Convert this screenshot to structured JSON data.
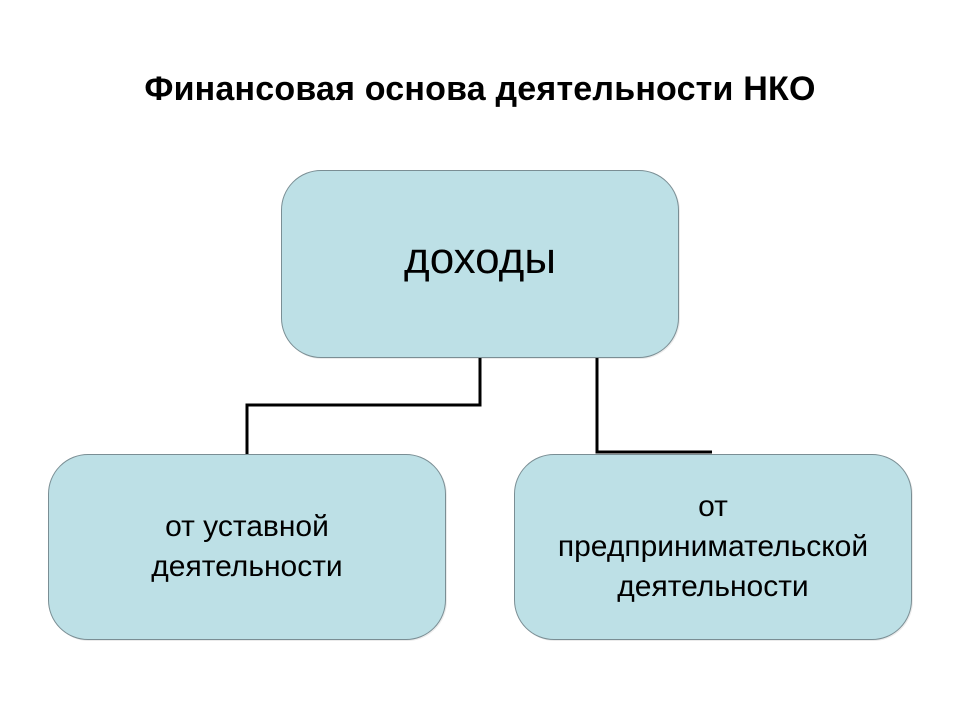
{
  "diagram": {
    "title": "Финансовая основа деятельности НКО",
    "root": {
      "label": "доходы"
    },
    "children": [
      {
        "label": "от уставной\n деятельности"
      },
      {
        "label": "от\nпредпринимательской\nдеятельности"
      }
    ],
    "colors": {
      "node_fill": "#bde0e6",
      "node_border": "#7a8e94",
      "connector": "#000000",
      "text": "#000000"
    }
  }
}
